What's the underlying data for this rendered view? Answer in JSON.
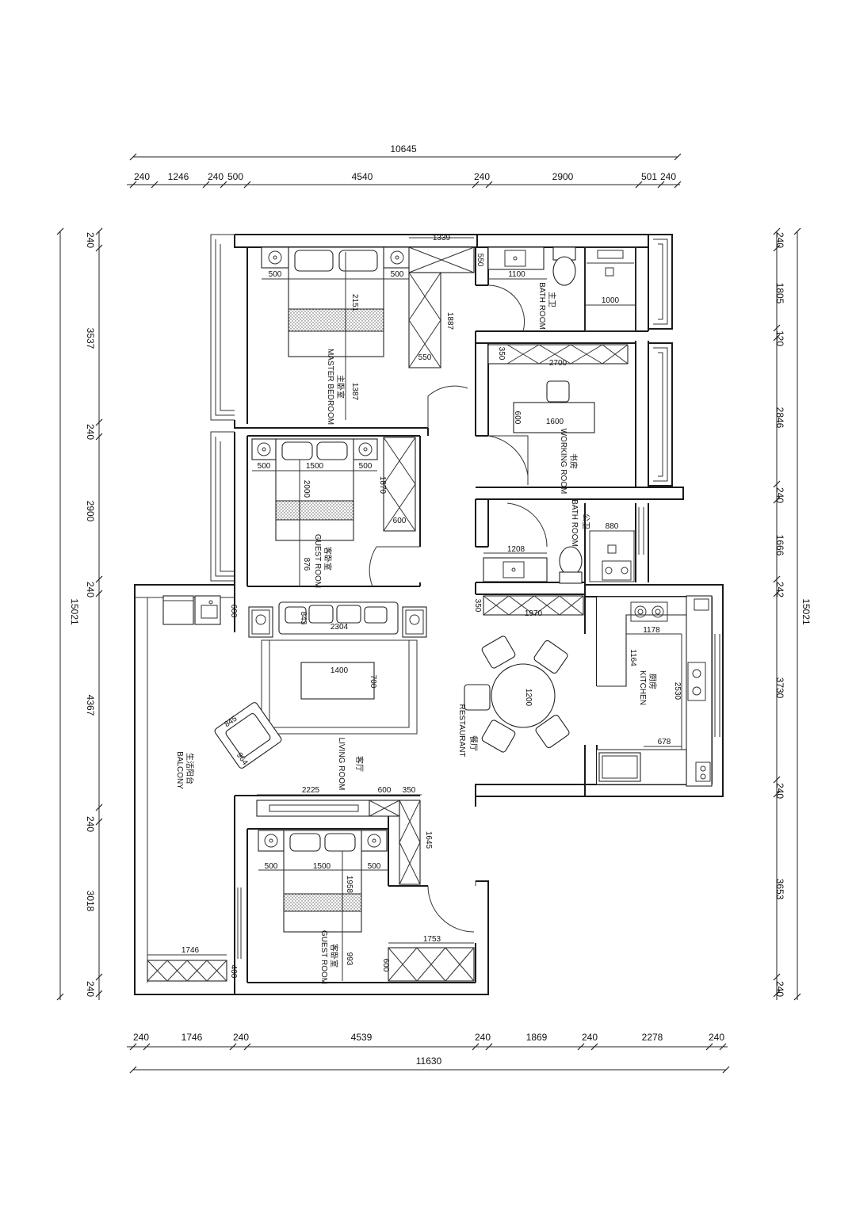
{
  "dimensions": {
    "top_total": "10645",
    "top_segments": [
      "240",
      "1246",
      "240",
      "500",
      "4540",
      "240",
      "2900",
      "501",
      "240"
    ],
    "bottom_total": "11630",
    "bottom_segments": [
      "240",
      "1746",
      "240",
      "4539",
      "240",
      "1869",
      "240",
      "2278",
      "240"
    ],
    "left_total": "15021",
    "left_segments": [
      "240",
      "3537",
      "240",
      "2900",
      "240",
      "4367",
      "240",
      "3018",
      "240"
    ],
    "right_total": "15021",
    "right_segments": [
      "240",
      "1805",
      "120",
      "2846",
      "240",
      "1666",
      "242",
      "3730",
      "240",
      "3653",
      "240"
    ]
  },
  "rooms": {
    "master_bedroom_cn": "主卧室",
    "master_bedroom_en": "MASTER BEDROOM",
    "master_bath_cn": "主卫",
    "master_bath_en": "BATH ROOM",
    "working_cn": "书房",
    "working_en": "WORKING ROOM",
    "public_bath_cn": "公卫",
    "public_bath_en": "BATH ROOM",
    "guest1_cn": "客卧室",
    "guest1_en": "GUEST ROOM",
    "living_cn": "客厅",
    "living_en": "LIVING ROOM",
    "restaurant_cn": "餐厅",
    "restaurant_en": "RESTAURANT",
    "kitchen_cn": "厨房",
    "kitchen_en": "KITCHEN",
    "balcony_cn": "生活阳台",
    "balcony_en": "BALCONY",
    "guest2_cn": "客卧室",
    "guest2_en": "GUEST ROOM"
  },
  "inner_dims": {
    "mb_nightstand_l": "500",
    "mb_nightstand_r": "500",
    "mb_bed_len": "2151",
    "mb_below_bed": "1387",
    "mb_wardrobe_w": "1339",
    "mb_wardrobe_d": "550",
    "mb_wardrobe_h": "1887",
    "mb_wardrobe_d2": "550",
    "mbath_vanity": "1100",
    "mbath_shower": "1000",
    "work_cabinet": "2700",
    "work_cab_d": "350",
    "work_desk": "1600",
    "work_desk_d": "600",
    "g1_ns_l": "500",
    "g1_bed": "1500",
    "g1_ns_r": "500",
    "g1_bed_len": "2000",
    "g1_ward": "1870",
    "g1_ward_d": "600",
    "g1_below": "876",
    "pbath_vanity": "1208",
    "pbath_shower": "880",
    "bal_cab_d": "600",
    "liv_sofa": "2304",
    "liv_sofa_d": "843",
    "liv_table": "1400",
    "liv_table_d": "700",
    "chair_a": "845",
    "chair_b": "964",
    "din_cab": "1970",
    "din_cab_d": "350",
    "din_table": "1200",
    "kit_top": "1178",
    "kit_island": "1164",
    "kit_side": "2530",
    "kit_bottom": "678",
    "tv_cab": "2225",
    "tv_a": "600",
    "tv_b": "350",
    "g2_ward_h": "1645",
    "g2_ns_l": "500",
    "g2_bed": "1500",
    "g2_ns_r": "500",
    "g2_bed_len": "1958",
    "g2_below": "993",
    "bal_bottom_cab": "1746",
    "bal_bottom_d": "400",
    "g2_bottom_cab": "1753",
    "g2_bottom_d": "600"
  }
}
